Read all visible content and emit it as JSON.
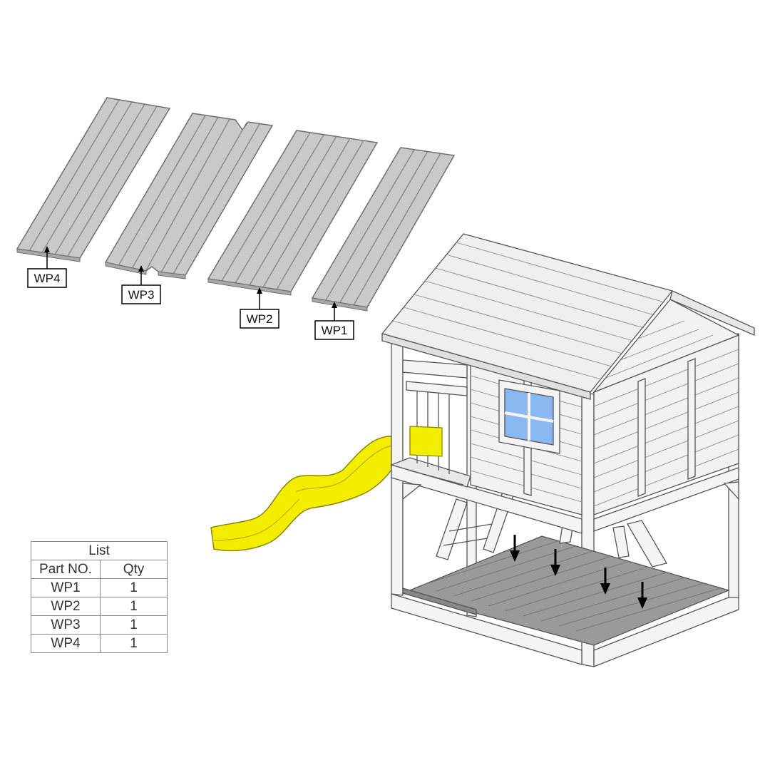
{
  "parts": [
    {
      "id": "WP4",
      "label": "WP4"
    },
    {
      "id": "WP3",
      "label": "WP3"
    },
    {
      "id": "WP2",
      "label": "WP2"
    },
    {
      "id": "WP1",
      "label": "WP1"
    }
  ],
  "list": {
    "title": "List",
    "headers": [
      "Part NO.",
      "Qty"
    ],
    "rows": [
      {
        "part": "WP1",
        "qty": "1"
      },
      {
        "part": "WP2",
        "qty": "1"
      },
      {
        "part": "WP3",
        "qty": "1"
      },
      {
        "part": "WP4",
        "qty": "1"
      }
    ]
  },
  "colors": {
    "panel_fill": "#c9c9c9",
    "panel_line": "#6f6f6f",
    "floor_fill": "#9a9a9a",
    "house_fill": "#f2f2f2",
    "house_line": "#555555",
    "slide": "#f3ee00",
    "window_glass": "#8ab8f0",
    "arrow": "#000000"
  }
}
